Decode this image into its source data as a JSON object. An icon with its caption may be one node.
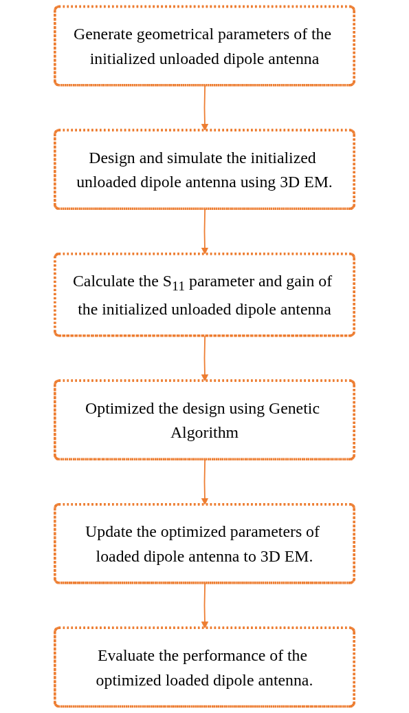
{
  "diagram": {
    "nodes": [
      {
        "text": [
          "Generate geometrical parameters of the initialized unloaded dipole antenna"
        ]
      },
      {
        "text": [
          "Design and simulate the initialized unloaded dipole antenna using 3D EM."
        ]
      },
      {
        "text": [
          "Calculate the S$_{11}$ parameter and gain of the initialized unloaded dipole antenna"
        ]
      },
      {
        "text": [
          "Optimized the design using Genetic Algorithm"
        ]
      },
      {
        "text": [
          "Update the optimized parameters of loaded dipole antenna to 3D EM."
        ]
      },
      {
        "text": [
          "Evaluate the performance of the optimized loaded dipole antenna."
        ]
      }
    ],
    "edges": [
      {
        "from": 0,
        "to": 1,
        "arrow": "to"
      },
      {
        "from": 1,
        "to": 2,
        "arrow": "to"
      },
      {
        "from": 2,
        "to": 3,
        "arrow": "to"
      },
      {
        "from": 3,
        "to": 4,
        "arrow": "to"
      },
      {
        "from": 4,
        "to": 5,
        "arrow": "to"
      }
    ]
  }
}
